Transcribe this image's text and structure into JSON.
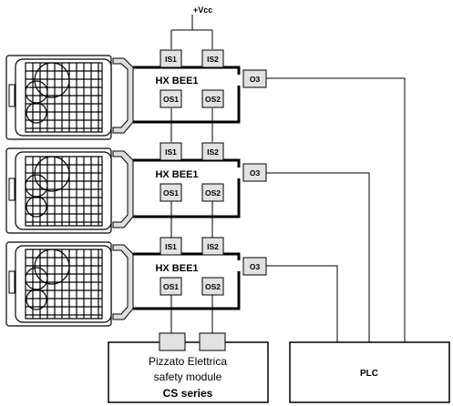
{
  "supply_label": "+Vcc",
  "units": [
    {
      "inputs": [
        "IS1",
        "IS2"
      ],
      "name": "HX BEE1",
      "outputs": [
        "OS1",
        "OS2"
      ],
      "aux_output": "O3"
    },
    {
      "inputs": [
        "IS1",
        "IS2"
      ],
      "name": "HX BEE1",
      "outputs": [
        "OS1",
        "OS2"
      ],
      "aux_output": "O3"
    },
    {
      "inputs": [
        "IS1",
        "IS2"
      ],
      "name": "HX BEE1",
      "outputs": [
        "OS1",
        "OS2"
      ],
      "aux_output": "O3"
    }
  ],
  "safety_module": {
    "line1": "Pizzato Elettrica",
    "line2": "safety module",
    "line3": "CS series"
  },
  "plc": {
    "label": "PLC"
  }
}
